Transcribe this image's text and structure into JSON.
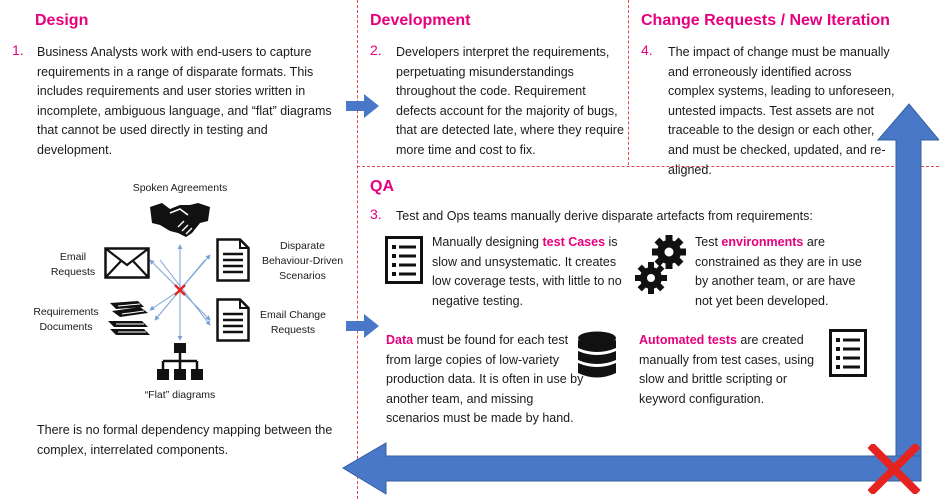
{
  "design": {
    "title": "Design",
    "num": "1.",
    "text": "Business Analysts work with end-users to capture requirements in a range of disparate formats. This includes requirements and user stories written in incomplete, ambiguous language, and “flat” diagrams that cannot be used directly in testing and development.",
    "labels": {
      "spoken": "Spoken Agreements",
      "email_line1": "Email",
      "email_line2": "Requests",
      "req_line1": "Requirements",
      "req_line2": "Documents",
      "bdd_line1": "Disparate",
      "bdd_line2": "Behaviour-Driven",
      "bdd_line3": "Scenarios",
      "ecr_line1": "Email Change",
      "ecr_line2": "Requests",
      "flat": "“Flat” diagrams"
    },
    "footer": "There is no formal dependency mapping between the complex, interrelated components."
  },
  "development": {
    "title": "Development",
    "num": "2.",
    "text": "Developers interpret the requirements, perpetuating misunderstandings throughout the code. Requirement defects account for the majority of bugs, that are detected late, where they require more time and cost to fix."
  },
  "change": {
    "title": "Change Requests / New Iteration",
    "num": "4.",
    "text": "The impact of change must be manually and erroneously identified across complex systems, leading to unforeseen, untested impacts. Test assets are not traceable to the design or each other, and must be checked, updated, and re-aligned."
  },
  "qa": {
    "title": "QA",
    "num": "3.",
    "intro": "Test and Ops teams manually derive disparate artefacts from requirements:",
    "test_cases": {
      "pre": "Manually designing ",
      "hl": "test Cases",
      "post": " is slow and unsystematic. It creates low coverage tests, with little to no negative testing."
    },
    "environments": {
      "pre": "Test ",
      "hl": "environments",
      "post": " are constrained as they are in use by another team, or are have not yet been developed."
    },
    "data": {
      "pre": "",
      "hl": "Data",
      "post": " must be found for each test from large copies of low-variety production data. It is often in use by another team, and missing scenarios must be made by hand."
    },
    "automated": {
      "pre": "",
      "hl": "Automated tests",
      "post": " are created manually from test cases, using slow and brittle scripting or keyword configuration."
    }
  },
  "icons": [
    "handshake-icon",
    "email-icon",
    "document-icon",
    "books-icon",
    "hierarchy-icon",
    "checklist-icon",
    "gears-icon",
    "database-icon",
    "red-x-icon",
    "arrow-right-icon"
  ],
  "colors": {
    "accent": "#e6007e",
    "arrow": "#4a78c8",
    "divider": "#e0484b",
    "cross": "#e52421"
  }
}
